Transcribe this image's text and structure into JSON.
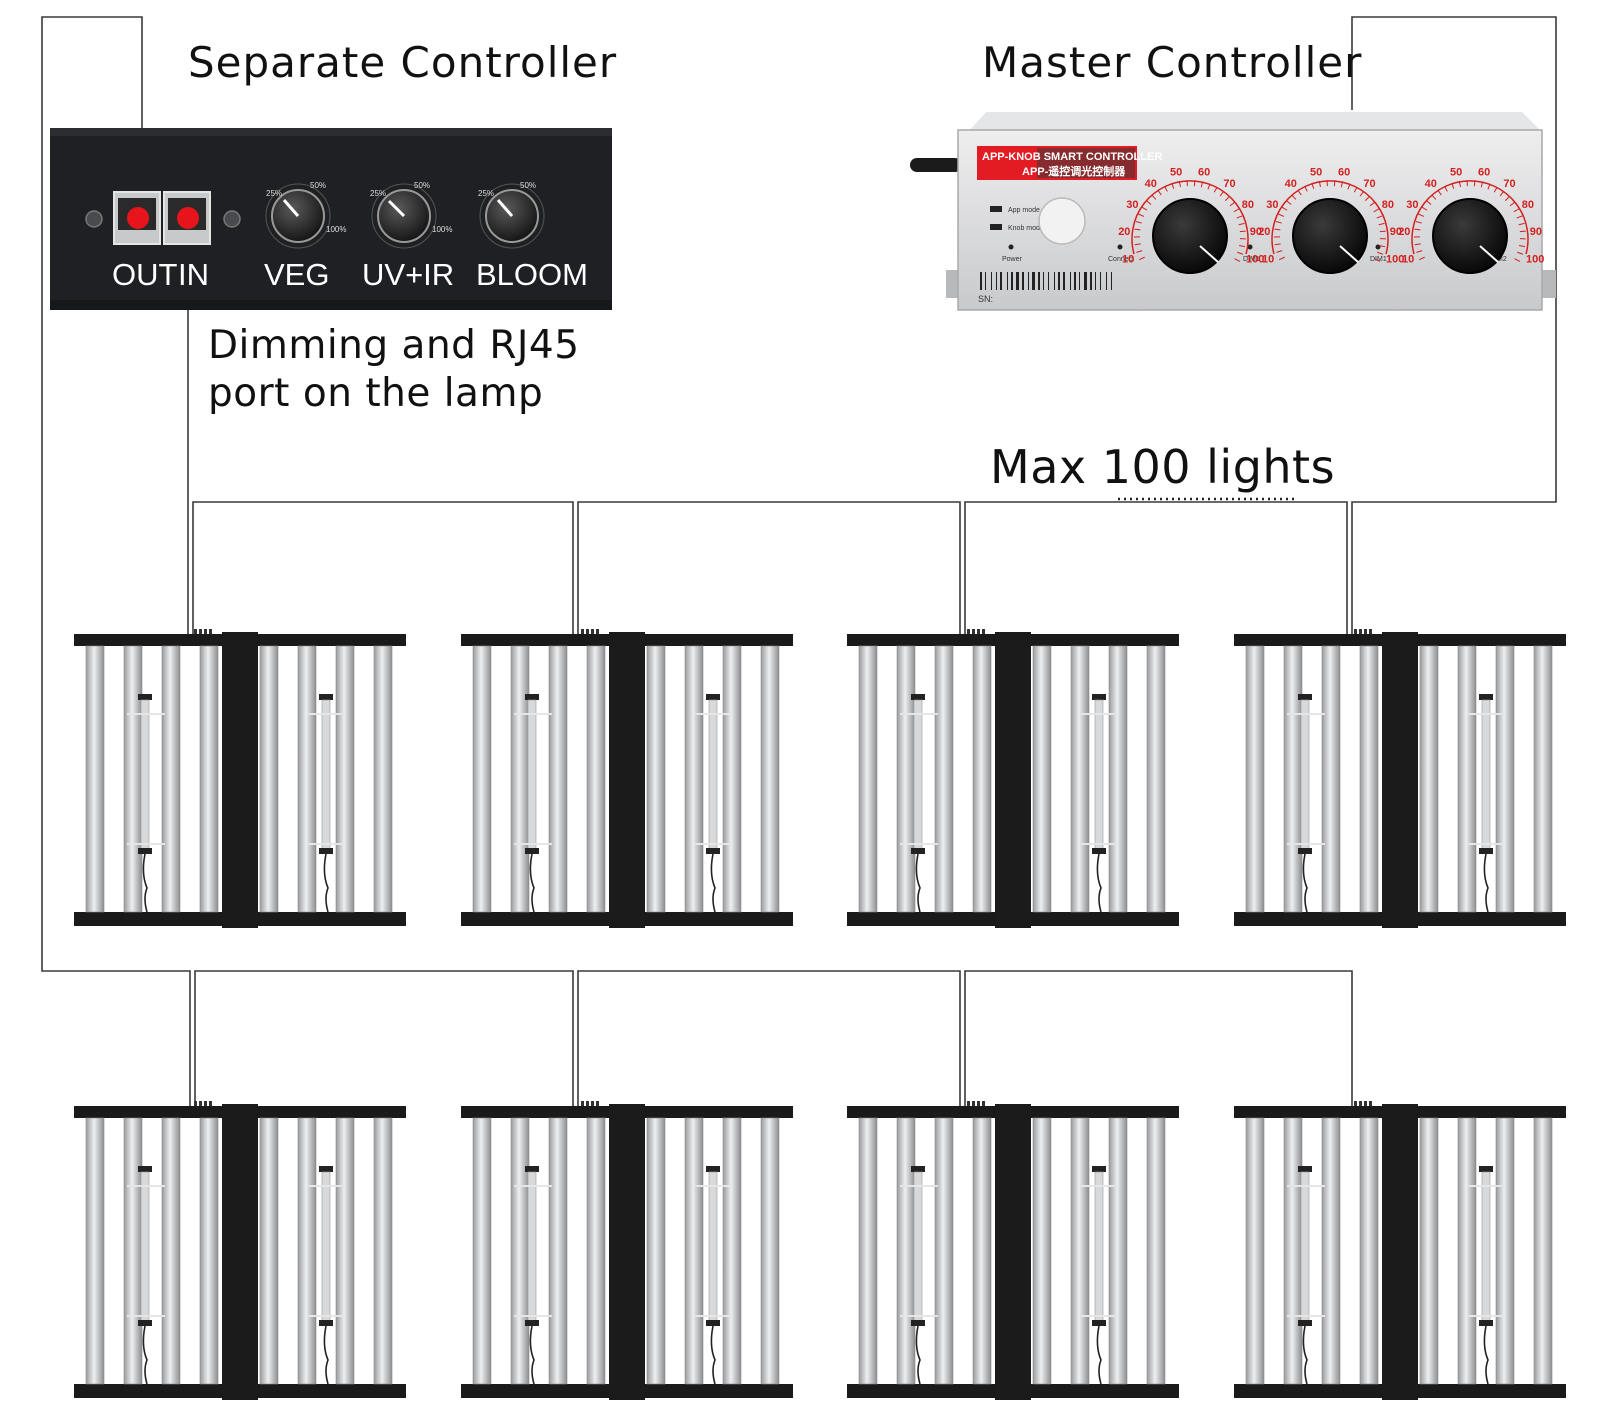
{
  "separate_controller": {
    "title": "Separate Controller",
    "ports": [
      "OUT",
      "IN"
    ],
    "knobs": [
      "VEG",
      "UV+IR",
      "BLOOM"
    ]
  },
  "master_controller": {
    "title": "Master Controller",
    "panel_label_line1": "APP-KNOB SMART CONTROLLER",
    "panel_label_line2": "APP-遥控调光控制器",
    "sn_label": "SN:",
    "scale_values": [
      "10",
      "20",
      "30",
      "40",
      "50",
      "60",
      "70",
      "80",
      "90",
      "100"
    ]
  },
  "lamp_port_note": "Dimming and RJ45\nport on the lamp",
  "capacity_note": "Max 100 lights",
  "colors": {
    "port_red": "#e8141c",
    "panel_red": "#e31b23",
    "scale_red": "#d32020",
    "separate_controller_body": "#1f2023",
    "master_controller_body": "#d9dadc",
    "fixture_frame": "#1a1a1a",
    "light_bar": "#c8c9cb",
    "wire": "#333333"
  },
  "fixtures": {
    "rows": 2,
    "per_row": 4
  }
}
